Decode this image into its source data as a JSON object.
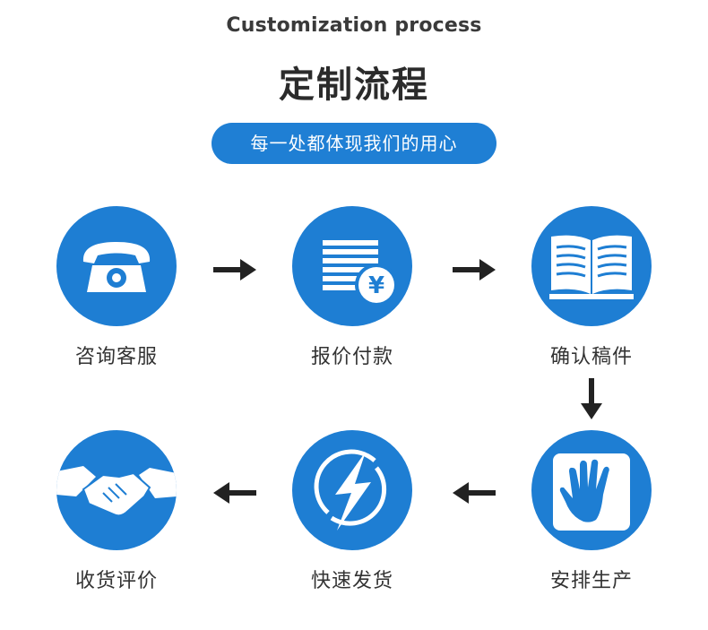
{
  "header": {
    "subtitle_en": "Customization process",
    "title_cn": "定制流程",
    "tagline": "每一处都体现我们的用心"
  },
  "steps": [
    {
      "label": "咨询客服",
      "icon": "telephone-icon"
    },
    {
      "label": "报价付款",
      "icon": "invoice-yen-icon"
    },
    {
      "label": "确认稿件",
      "icon": "open-book-icon"
    },
    {
      "label": "安排生产",
      "icon": "hand-icon"
    },
    {
      "label": "快速发货",
      "icon": "lightning-icon"
    },
    {
      "label": "收货评价",
      "icon": "handshake-icon"
    }
  ],
  "colors": {
    "accent": "#1e7ed3",
    "arrow": "#222222",
    "text": "#333333"
  }
}
